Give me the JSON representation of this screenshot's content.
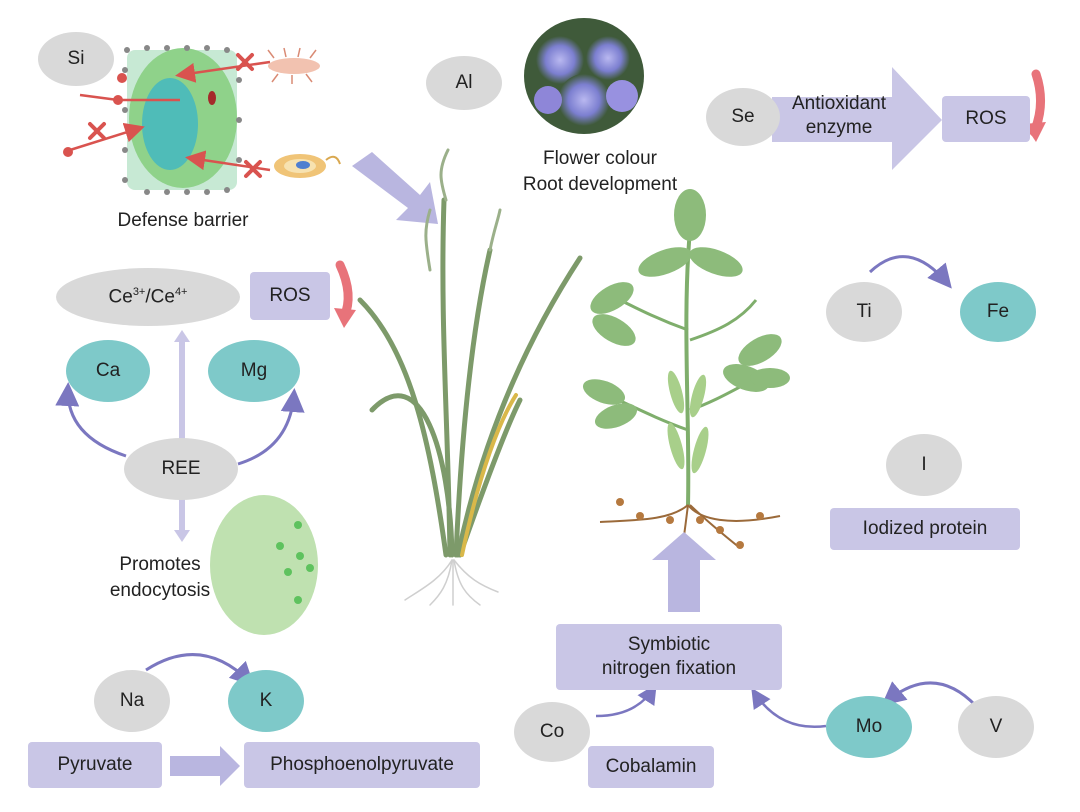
{
  "elements": {
    "si": "Si",
    "al": "Al",
    "se": "Se",
    "ce_base": "Ce",
    "ce_sup1": "3+",
    "ce_sep": "/Ce",
    "ce_sup2": "4+",
    "ca": "Ca",
    "mg": "Mg",
    "ree": "REE",
    "ti": "Ti",
    "fe": "Fe",
    "i": "I",
    "na": "Na",
    "k": "K",
    "co": "Co",
    "mo": "Mo",
    "v": "V"
  },
  "labels": {
    "defense_barrier": "Defense barrier",
    "flower_colour": "Flower colour",
    "root_development": "Root development",
    "antioxidant_line1": "Antioxidant",
    "antioxidant_line2": "enzyme",
    "ros_top": "ROS",
    "ros_left": "ROS",
    "promotes_line1": "Promotes",
    "promotes_line2": "endocytosis",
    "iodized_protein": "Iodized protein",
    "symbiotic_line1": "Symbiotic",
    "symbiotic_line2": "nitrogen fixation",
    "cobalamin": "Cobalamin",
    "pyruvate": "Pyruvate",
    "phosphoenolpyruvate": "Phosphoenolpyruvate"
  },
  "colors": {
    "grey_node": "#d9d9d9",
    "teal_node": "#7ec9c9",
    "box_fill": "#c9c6e6",
    "arrow_fill": "#b9b6e0",
    "down_arrow": "#e8737a",
    "cell_outer": "#9fd89a",
    "cell_nucleus": "#4fbcb8",
    "pathogen": "#d9534f"
  }
}
